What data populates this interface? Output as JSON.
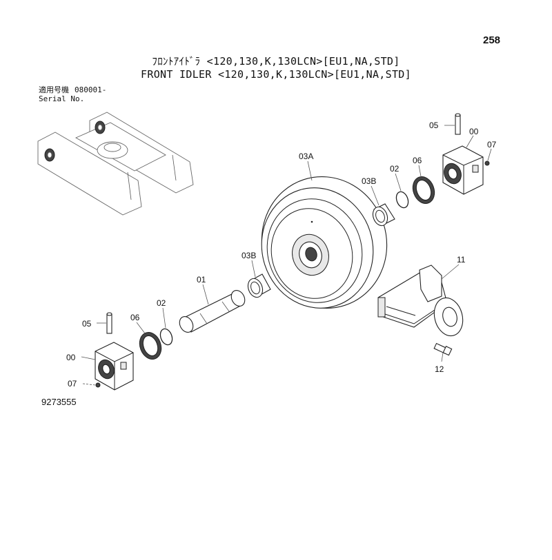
{
  "page_number": "258",
  "title_jp": "ﾌﾛﾝﾄｱｲﾄﾞﾗ <120,130,K,130LCN>[EU1,NA,STD]",
  "title_en": "FRONT IDLER <120,130,K,130LCN>[EU1,NA,STD]",
  "serial": {
    "label_jp": "適用号機",
    "label_en": "Serial No.",
    "value": "080001-"
  },
  "drawing_number": "9273555",
  "callouts": {
    "p05_right": "05",
    "p00_right": "00",
    "p07_right": "07",
    "p03A": "03A",
    "p03B_right": "03B",
    "p02_right": "02",
    "p06_right": "06",
    "p11": "11",
    "p03B_left": "03B",
    "p01": "01",
    "p02_left": "02",
    "p05_left": "05",
    "p06_left": "06",
    "p00_left": "00",
    "p07_left": "07",
    "p12": "12"
  }
}
